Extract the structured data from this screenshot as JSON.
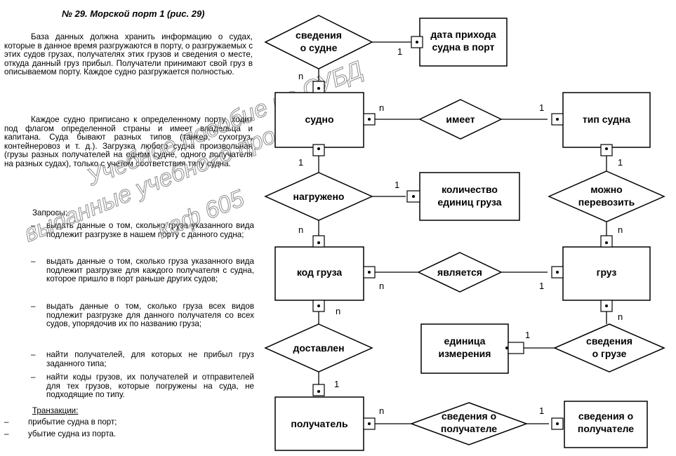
{
  "title": "№ 29. Морской порт 1 (рис. 29)",
  "paragraphs": [
    "База данных должна хранить информацию о судах, которые в данное время разгружаются в порту, о разгружаемых с этих судов грузах, получателях этих грузов и сведения о месте, откуда данный груз прибыл. Получатели принимают свой груз в описываемом порту. Каждое судно разгружается полностью.",
    "Каждое судно приписано к определенному порту, ходит под флагом определенной страны и имеет владельца и капитана. Суда бывают разных типов (танкер, сухогруз, контейнеровоз и т. д.). Загрузка любого судна произвольная (грузы разных получателей на одном судне, одного получателя на разных судах), только с учетом соответствия типу судна."
  ],
  "queries_heading": "Запросы:",
  "queries": [
    "выдать данные о том, сколько груза указанного вида подлежит разгрузке в нашем порту с данного судна;",
    "выдать данные о том, сколько груза указанного вида подлежит разгрузке для каждого получателя с судна, которое пришло в порт раньше других судов;",
    "выдать данные о том, сколько груза всех видов подлежит разгрузке для данного получателя со всех судов, упорядочив их по названию груза;",
    "найти получателей, для которых не прибыл груз заданного типа;",
    "найти коды грузов, их получателей и отправителей для тех грузов, которые погружены на суда, не подходящие по типу."
  ],
  "transactions_heading": "Транзакции:",
  "transactions": [
    "прибытие судна в порт;",
    "убытие судна из порта."
  ],
  "watermark": {
    "line1": "Учебное пособие по СУБД",
    "line2": "выданные учебного процесса",
    "line3": "каф 605",
    "color": "#8c8c8c"
  },
  "diagram": {
    "entities": {
      "svedeniya_data": "дата прихода судна в порт",
      "sudno": "судно",
      "tip_sudna": "тип судна",
      "kolichestvo": "количество единиц груза",
      "kod_gruza": "код груза",
      "gruz": "груз",
      "edinitsa": "единица измерения",
      "poluchatel": "получатель",
      "svedeniya_poluch_entity": "сведения о получателе"
    },
    "relationships": {
      "svedeniya_o_sudne": "сведения о судне",
      "imeet": "имеет",
      "nagruzheno": "нагружено",
      "mozhno": "можно перевозить",
      "yavlyaetsya": "является",
      "svedeniya_o_gruze": "сведения о грузе",
      "dostavlen": "доставлен",
      "svedeniya_o_poluchatele": "сведения о получателе"
    },
    "cardinalities": {
      "n": "n",
      "one": "1"
    }
  }
}
